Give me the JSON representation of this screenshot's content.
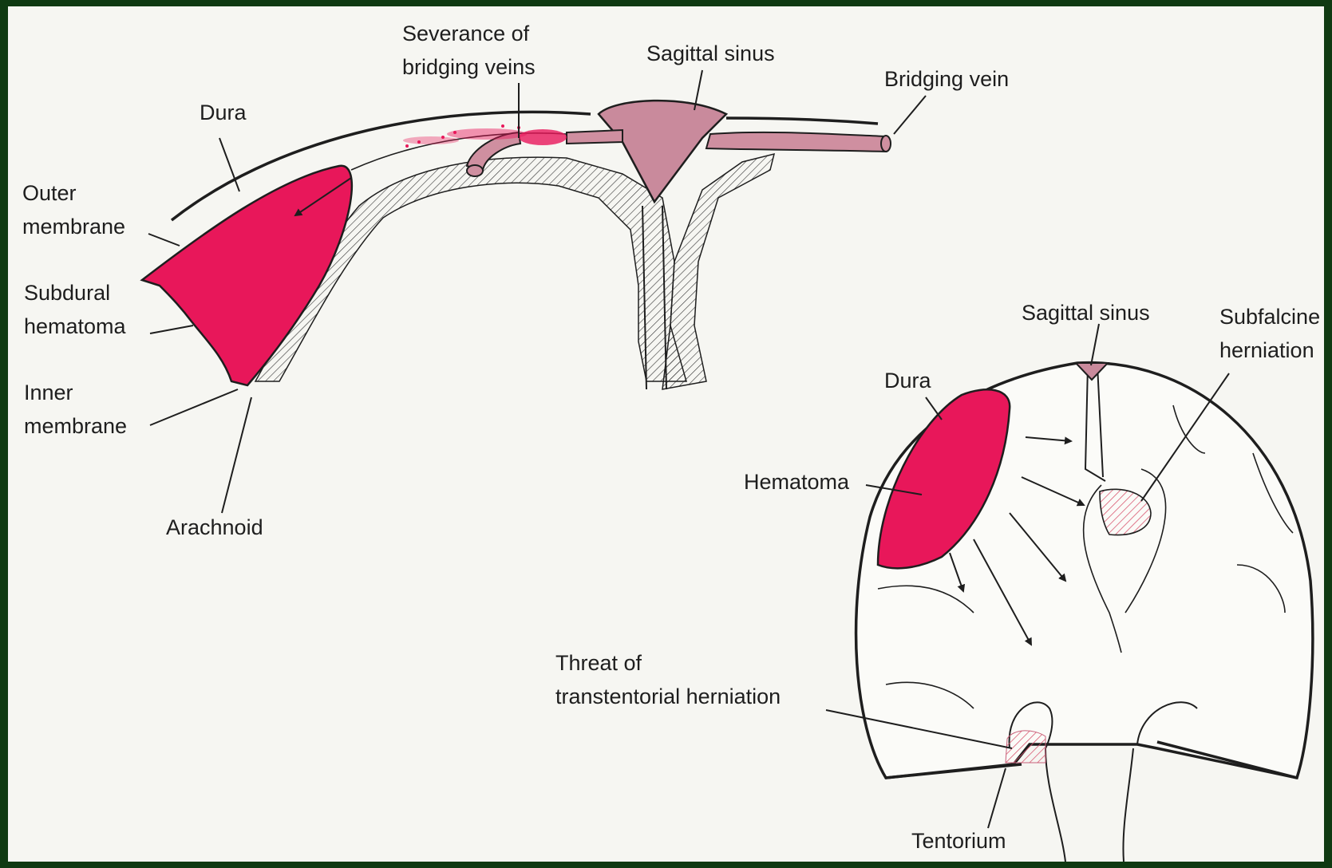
{
  "colors": {
    "hematoma": "#e8175a",
    "sinus": "#c98a9c",
    "vein": "#cf8fa0",
    "paper": "#f6f6f2",
    "frame": "#0f3a12"
  },
  "top_diagram": {
    "labels": {
      "severance_1": "Severance of",
      "severance_2": "bridging veins",
      "sagittal_sinus": "Sagittal sinus",
      "bridging_vein": "Bridging vein",
      "dura": "Dura",
      "outer_1": "Outer",
      "outer_2": "membrane",
      "subdural_1": "Subdural",
      "subdural_2": "hematoma",
      "inner_1": "Inner",
      "inner_2": "membrane",
      "arachnoid": "Arachnoid"
    }
  },
  "bottom_diagram": {
    "labels": {
      "sagittal_sinus": "Sagittal sinus",
      "subfalcine_1": "Subfalcine",
      "subfalcine_2": "herniation",
      "dura": "Dura",
      "hematoma": "Hematoma",
      "threat_1": "Threat of",
      "threat_2": "transtentorial herniation",
      "tentorium": "Tentorium"
    }
  }
}
